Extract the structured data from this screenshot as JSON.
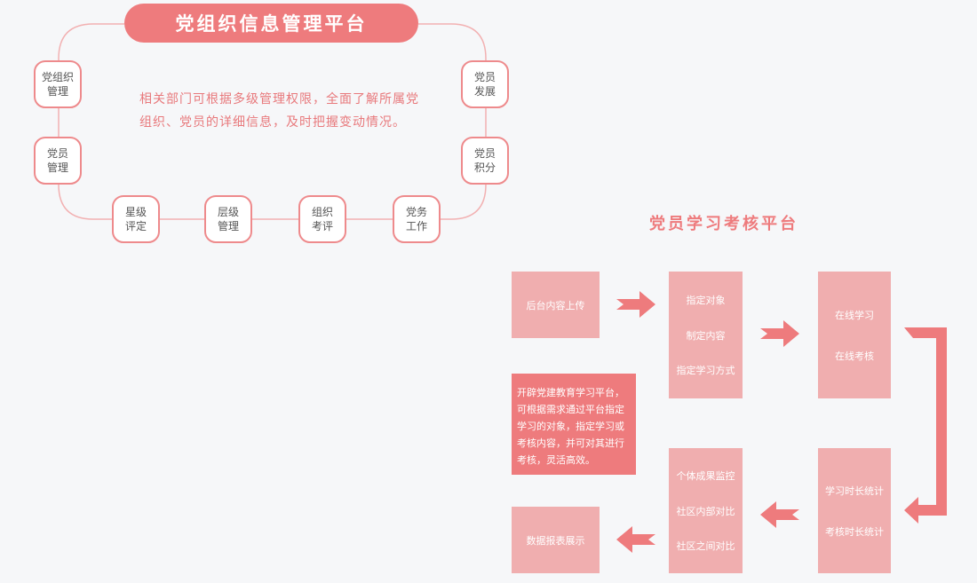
{
  "org_platform": {
    "title": "党组织信息管理平台",
    "description": "相关部门可根据多级管理权限，全面了解所属党组织、党员的详细信息，及时把握变动情况。",
    "nodes": {
      "party_org_mgmt": [
        "党组织",
        "管理"
      ],
      "member_mgmt": [
        "党员",
        "管理"
      ],
      "star_rating": [
        "星级",
        "评定"
      ],
      "level_mgmt": [
        "层级",
        "管理"
      ],
      "org_evaluation": [
        "组织",
        "考评"
      ],
      "party_affairs": [
        "党务",
        "工作"
      ],
      "member_development": [
        "党员",
        "发展"
      ],
      "member_points": [
        "党员",
        "积分"
      ]
    }
  },
  "study_platform": {
    "title": "党员学习考核平台",
    "boxes": {
      "upload": [
        "后台内容上传"
      ],
      "assign": [
        "指定对象",
        "制定内容",
        "指定学习方式"
      ],
      "online": [
        "在线学习",
        "在线考核"
      ],
      "stats": [
        "学习时长统计",
        "考核时长统计"
      ],
      "monitor": [
        "个体成果监控",
        "社区内部对比",
        "社区之间对比"
      ],
      "report": [
        "数据报表展示"
      ]
    },
    "note": "开辟党建教育学习平台，可根据需求通过平台指定学习的对象，指定学习或考核内容，并可对其进行考核，灵活高效。"
  },
  "colors": {
    "accent": "#ee7b7d",
    "box_fill": "#f0aeaf",
    "node_border": "#ee8a8c",
    "connector": "#f2b1b2",
    "background": "#f6f7f9"
  }
}
